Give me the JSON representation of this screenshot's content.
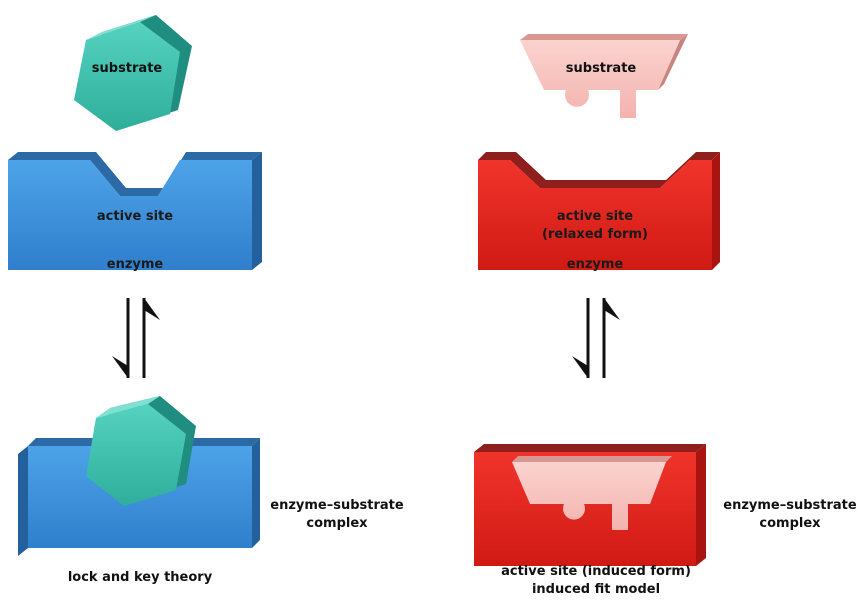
{
  "lock_and_key": {
    "substrate_label": "substrate",
    "active_site_label": "active site",
    "enzyme_label": "enzyme",
    "complex_label_line1": "enzyme–substrate",
    "complex_label_line2": "complex",
    "caption": "lock and key theory",
    "colors": {
      "enzyme": "#3a8fd8",
      "substrate": "#3fbfae"
    }
  },
  "induced_fit": {
    "substrate_label": "substrate",
    "active_site_label_line1": "active site",
    "active_site_label_line2": "(relaxed form)",
    "enzyme_label": "enzyme",
    "complex_label_line1": "enzyme–substrate",
    "complex_label_line2": "complex",
    "caption_line1": "active site (induced form)",
    "caption_line2": "induced fit model",
    "colors": {
      "enzyme": "#e3201b",
      "substrate": "#f6c4c1"
    }
  }
}
